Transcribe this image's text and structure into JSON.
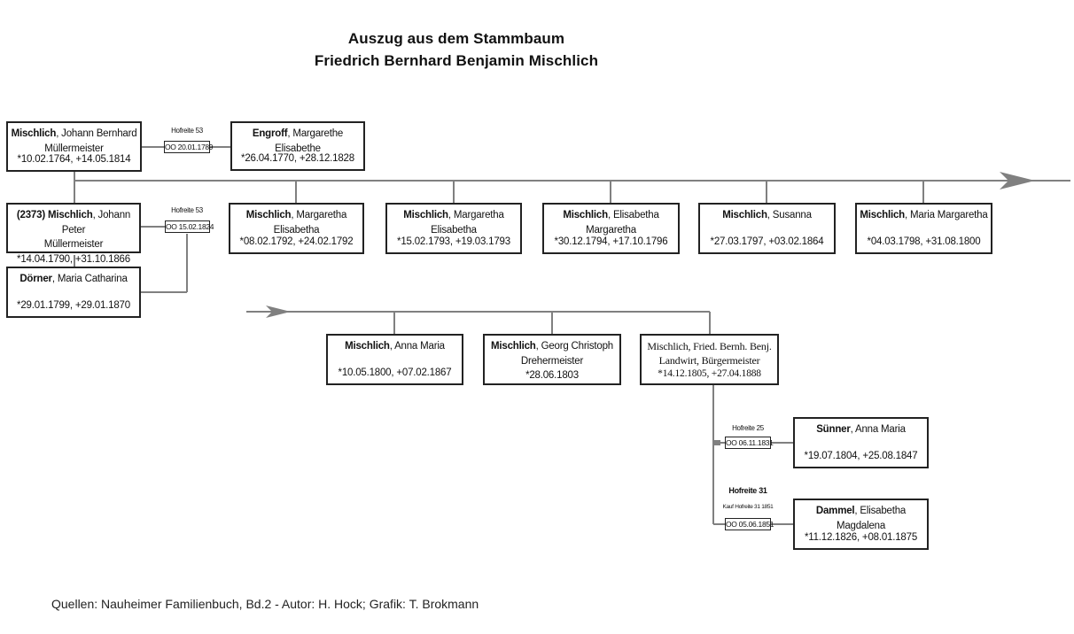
{
  "title": {
    "line1": "Auszug aus dem Stammbaum",
    "line2": "Friedrich Bernhard Benjamin Mischlich"
  },
  "persons": {
    "johann_bernhard": {
      "surname": "Mischlich",
      "given": ", Johann Bernhard",
      "occupation": "Müllermeister",
      "dates": "*10.02.1764, +14.05.1814"
    },
    "engroff": {
      "surname": "Engroff",
      "given": ", Margarethe Elisabethe",
      "dates": "*26.04.1770, +28.12.1828"
    },
    "johann_peter": {
      "prefix": "(2373) ",
      "surname": "Mischlich",
      "given": ", Johann Peter",
      "occupation": "Müllermeister",
      "dates": "*14.04.1790, +31.10.1866"
    },
    "doerner": {
      "surname": "Dörner",
      "given": ", Maria Catharina",
      "dates": "*29.01.1799, +29.01.1870"
    },
    "margaretha_1792": {
      "surname": "Mischlich",
      "given": ", Margaretha Elisabetha",
      "dates": "*08.02.1792, +24.02.1792"
    },
    "margaretha_1793": {
      "surname": "Mischlich",
      "given": ", Margaretha Elisabetha",
      "dates": "*15.02.1793, +19.03.1793"
    },
    "elisabetha_1794": {
      "surname": "Mischlich",
      "given": ", Elisabetha Margaretha",
      "dates": "*30.12.1794, +17.10.1796"
    },
    "susanna": {
      "surname": "Mischlich",
      "given": ", Susanna",
      "dates": "*27.03.1797, +03.02.1864"
    },
    "maria_margaretha": {
      "surname": "Mischlich",
      "given": ", Maria Margaretha",
      "dates": "*04.03.1798, +31.08.1800"
    },
    "anna_maria_mischlich": {
      "surname": "Mischlich",
      "given": ", Anna Maria",
      "dates": "*10.05.1800, +07.02.1867"
    },
    "georg": {
      "surname": "Mischlich",
      "given": ", Georg Christoph",
      "occupation": "Drehermeister",
      "dates": "*28.06.1803"
    },
    "friedrich": {
      "name": "Mischlich, Fried. Bernh. Benj.",
      "occupation": "Landwirt, Bürgermeister",
      "dates": "*14.12.1805, +27.04.1888"
    },
    "suenner": {
      "surname": "Sünner",
      "given": ", Anna Maria",
      "dates": "*19.07.1804, +25.08.1847"
    },
    "dammel": {
      "surname": "Dammel",
      "given": ", Elisabetha Magdalena",
      "dates": "*11.12.1826, +08.01.1875"
    }
  },
  "marriages": {
    "m1": {
      "place": "Hofreite 53",
      "date": "OO 20.01.1789"
    },
    "m2": {
      "place": "Hofreite 53",
      "date": "OO 15.02.1824"
    },
    "m3": {
      "place": "Hofreite 25",
      "date": "OO 06.11.1831"
    },
    "m4": {
      "place": "Hofreite 31",
      "note": "Kauf Hofreite 31 1851",
      "date": "OO 05.06.1851"
    }
  },
  "source": "Quellen: Nauheimer Familienbuch, Bd.2 - Autor: H. Hock; Grafik: T. Brokmann",
  "colors": {
    "line": "#808080",
    "box_border": "#222222",
    "text": "#111111"
  }
}
